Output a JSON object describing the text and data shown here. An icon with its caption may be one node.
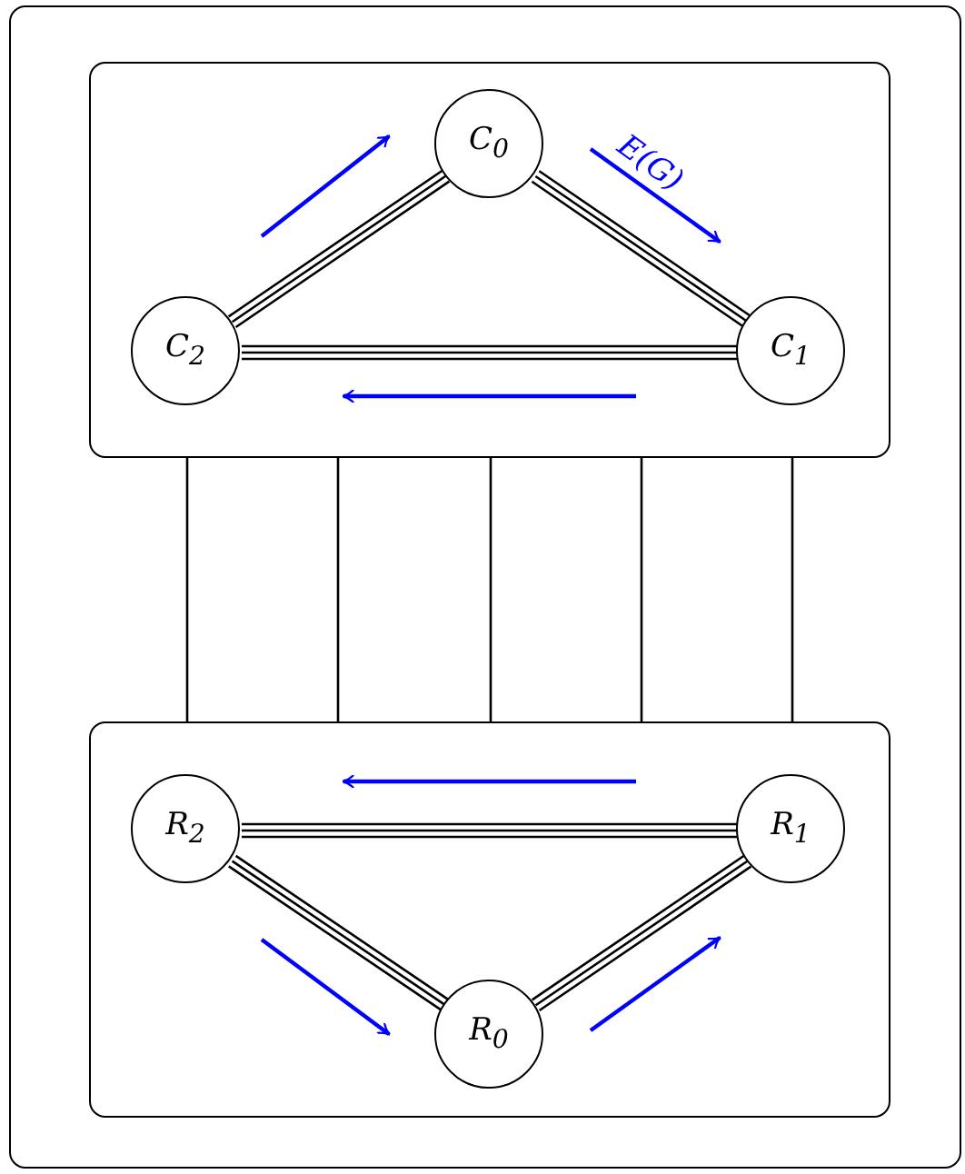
{
  "diagram": {
    "nodes": [
      {
        "text": [],
        "shape": "box"
      },
      {
        "text": [],
        "shape": "box",
        "in": 0
      },
      {
        "text": [
          "C$_{0}$"
        ],
        "in": 1
      },
      {
        "text": [
          "C$_{2}$"
        ],
        "in": 1
      },
      {
        "text": [
          "C$_{1}$"
        ],
        "in": 1
      },
      {
        "text": [],
        "shape": "box",
        "in": 0
      },
      {
        "text": [
          "R$_{2}$"
        ],
        "in": 5
      },
      {
        "text": [
          "R$_{1}$"
        ],
        "in": 5
      },
      {
        "text": [
          "R$_{0}$"
        ],
        "in": 5
      }
    ],
    "edges": [
      {
        "from": 2,
        "to": 4,
        "arrow": "none"
      },
      {
        "from": 4,
        "to": 3,
        "arrow": "none"
      },
      {
        "from": 3,
        "to": 2,
        "arrow": "none"
      },
      {
        "from": 1,
        "to": 5,
        "arrow": "none"
      },
      {
        "from": 1,
        "to": 5,
        "arrow": "none"
      },
      {
        "from": 1,
        "to": 5,
        "arrow": "none"
      },
      {
        "from": 1,
        "to": 5,
        "arrow": "none"
      },
      {
        "from": 1,
        "to": 5,
        "arrow": "none"
      },
      {
        "from": 6,
        "to": 7,
        "arrow": "none"
      },
      {
        "from": 7,
        "to": 8,
        "arrow": "none"
      },
      {
        "from": 8,
        "to": 6,
        "arrow": "none"
      }
    ],
    "labels": [
      "E(G)"
    ]
  }
}
